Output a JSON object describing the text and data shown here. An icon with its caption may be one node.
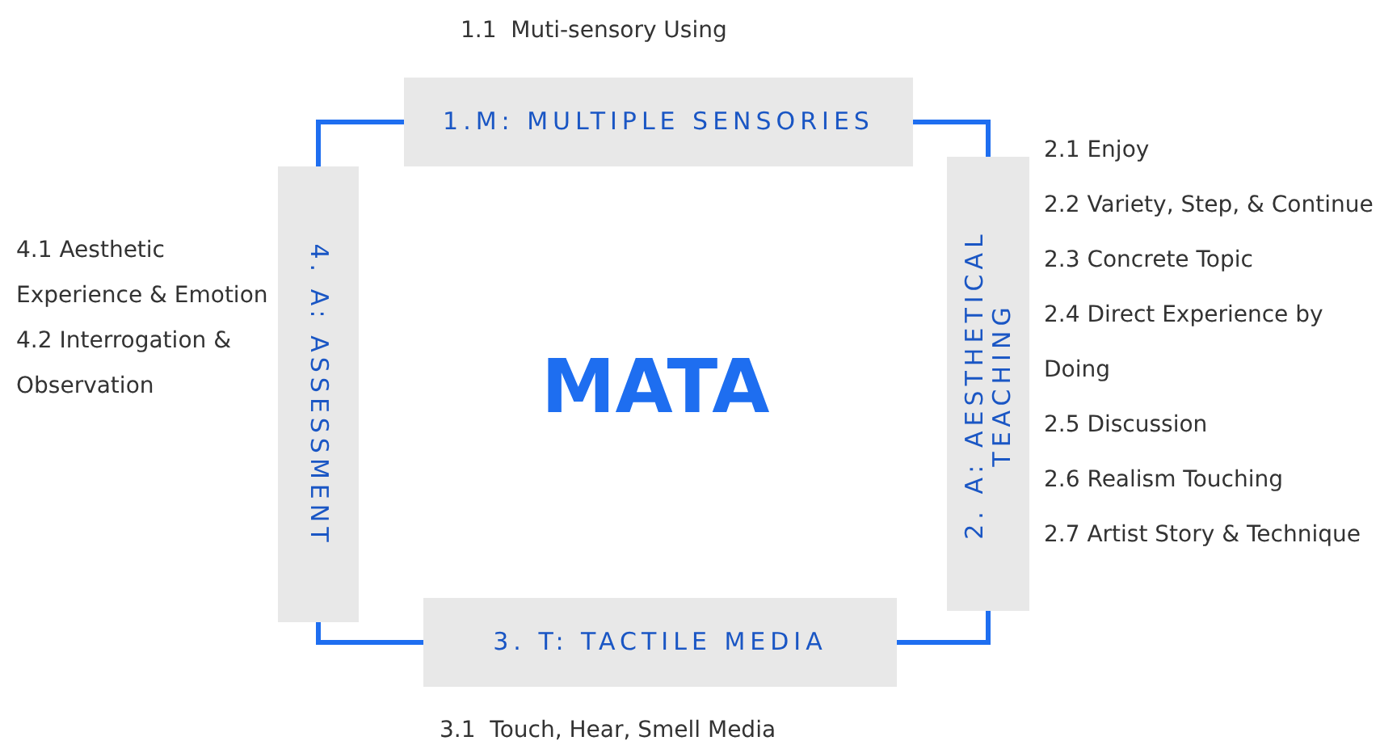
{
  "diagram": {
    "nodes": [
      {
        "text": [
          "1.M: MULTIPLE SENSORIES"
        ],
        "beside": [
          "1.1  Muti-sensory Using"
        ]
      },
      {
        "text": [
          "2. A: AESTHETICAL TEACHING"
        ],
        "beside": [
          "2.1 Enjoy",
          "2.2 Variety, Step, & Continue",
          "2.3 Concrete Topic",
          "2.4 Direct Experience by Doing",
          "2.5 Discussion",
          "2.6 Realism Touching",
          "2.7 Artist Story & Technique"
        ]
      },
      {
        "text": [
          "3. T: TACTILE MEDIA"
        ],
        "beside": [
          "3.1  Touch, Hear, Smell Media"
        ]
      },
      {
        "text": [
          "4. A: ASSESSMENT"
        ],
        "beside": [
          "4.1 Aesthetic Experience & Emotion",
          "4.2 Interrogation & Observation"
        ]
      }
    ],
    "edges": [
      {
        "from": 0,
        "to": 1,
        "arrow": "none"
      },
      {
        "from": 1,
        "to": 2,
        "arrow": "none"
      },
      {
        "from": 2,
        "to": 3,
        "arrow": "none"
      },
      {
        "from": 3,
        "to": 0,
        "arrow": "none"
      }
    ],
    "labels": [
      "MATA"
    ]
  }
}
